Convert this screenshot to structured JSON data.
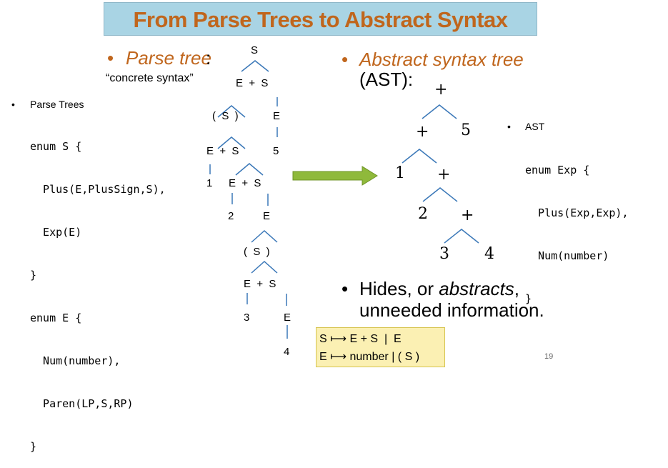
{
  "title": "From Parse Trees to Abstract Syntax",
  "parse_tree_section": {
    "bullet": "•",
    "heading": "Parse tree",
    "colon": ":",
    "note": "“concrete syntax”"
  },
  "parse_trees_code": {
    "bullet": "•",
    "label": "Parse Trees",
    "lines": [
      "enum S {",
      "  Plus(E,PlusSign,S),",
      "  Exp(E)",
      "}",
      "enum E {",
      "  Num(number),",
      "  Paren(LP,S,RP)",
      "}"
    ]
  },
  "parse_tree_nodes": {
    "r0": "S",
    "r1": "E  +  S",
    "r2a": "(  S  )",
    "r2b": "E",
    "r3a": "E  +  S",
    "r3b": "5",
    "r4a": "1",
    "r4b": "E  +  S",
    "r5a": "2",
    "r5b": "E",
    "r6": "(  S  )",
    "r7": "E  +  S",
    "r8a": "3",
    "r8b": "E",
    "r9": "4"
  },
  "ast_section": {
    "bullet": "•",
    "heading": "Abstract syntax tree",
    "subheading": "(AST):"
  },
  "ast_nodes": {
    "n0": "+",
    "n1a": "+",
    "n1b": "5",
    "n2a": "1",
    "n2b": "+",
    "n3a": "2",
    "n3b": "+",
    "n4a": "3",
    "n4b": "4"
  },
  "ast_code": {
    "bullet": "•",
    "label": "AST",
    "lines": [
      "enum Exp {",
      "  Plus(Exp,Exp),",
      "  Num(number)",
      "}"
    ]
  },
  "hides_section": {
    "bullet": "•",
    "line1_plain": "Hides, or ",
    "line1_italic": "abstracts",
    "line1_end": ",",
    "line2": "unneeded information."
  },
  "grammar": {
    "line1": "S ⟼ E + S  |  E",
    "line2": "E ⟼ number | ( S )"
  },
  "page_number": "19",
  "colors": {
    "title_bg": "#a9d4e4",
    "title_text": "#c0661d",
    "tree_lines": "#3b78b8",
    "arrow": "#8fb93b",
    "grammar_bg": "#fbf0b3"
  }
}
